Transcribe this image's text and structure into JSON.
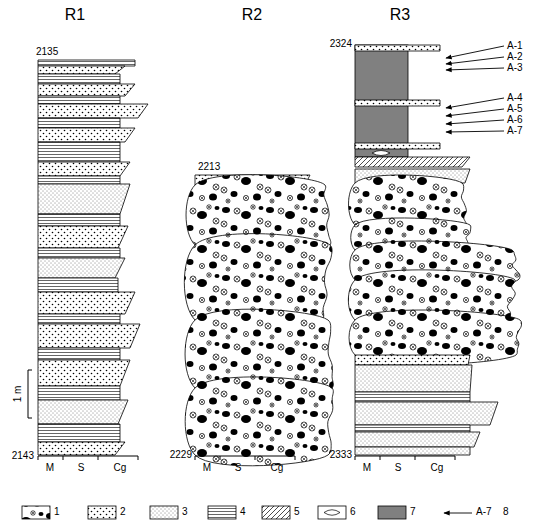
{
  "diagram": {
    "labels": [
      "R1",
      "R2",
      "R3",
      "2135",
      "2143",
      "1 m",
      "M",
      "S",
      "Cg",
      "2213",
      "2229",
      "M",
      "S",
      "Cg",
      "2324",
      "A-1",
      "A-2",
      "A-3",
      "A-4",
      "A-5",
      "A-6",
      "A-7",
      "2333",
      "M",
      "S",
      "Cg",
      "A-7"
    ],
    "legend": [
      {
        "text": "1"
      },
      {
        "text": "2"
      },
      {
        "text": "3"
      },
      {
        "text": "4"
      },
      {
        "text": "5"
      },
      {
        "text": "6"
      },
      {
        "text": "7"
      },
      {
        "text": "8"
      }
    ]
  }
}
